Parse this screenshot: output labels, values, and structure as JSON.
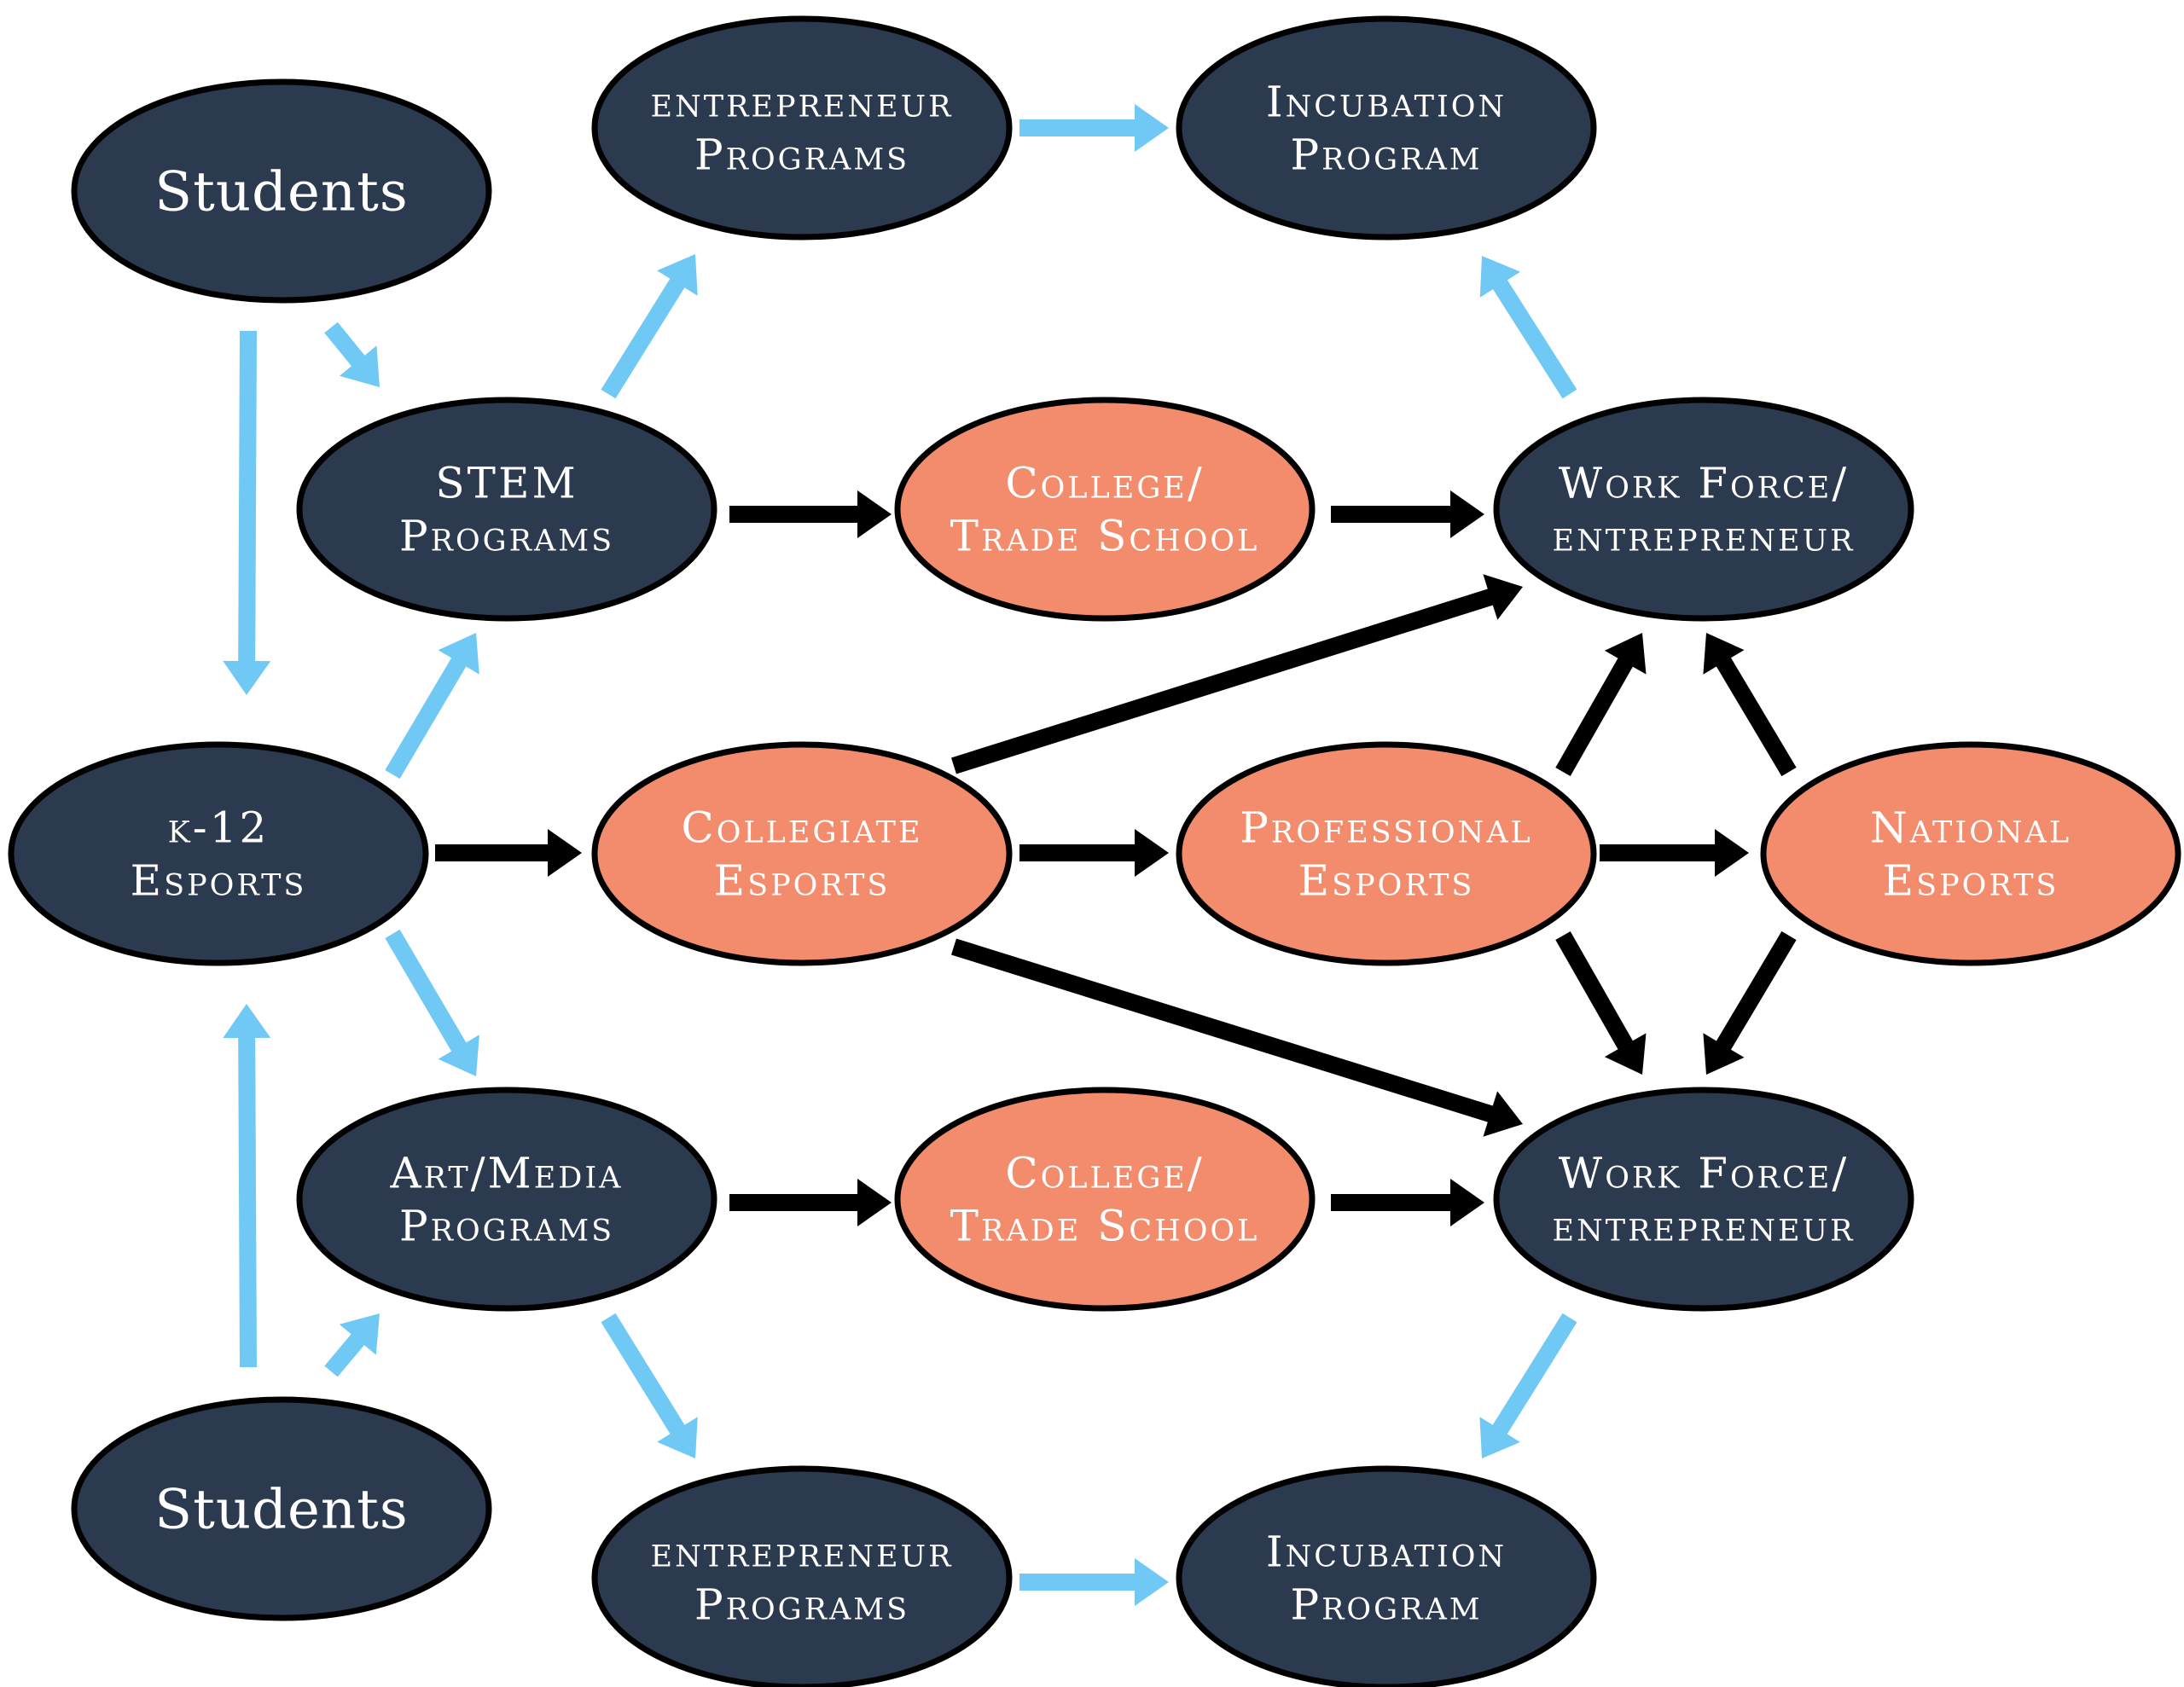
{
  "title": "Esports Education Pathway",
  "colors": {
    "navy": "#2b3a4e",
    "salmon": "#f28c6c",
    "light_blue": "#70c8f4",
    "black": "#000000"
  },
  "nodes": [
    {
      "id": "students_top",
      "lines": [
        "Students"
      ],
      "color": "navy",
      "style": "normal"
    },
    {
      "id": "entrepreneur_top",
      "lines": [
        "entrepreneur",
        "Programs"
      ],
      "color": "navy",
      "style": "caps"
    },
    {
      "id": "incubation_top",
      "lines": [
        "Incubation",
        "Program"
      ],
      "color": "navy",
      "style": "caps"
    },
    {
      "id": "stem",
      "lines": [
        "STEM",
        "Programs"
      ],
      "color": "navy",
      "style": "caps"
    },
    {
      "id": "college_top",
      "lines": [
        "College/",
        "Trade School"
      ],
      "color": "salmon",
      "style": "caps"
    },
    {
      "id": "workforce_top",
      "lines": [
        "Work Force/",
        "entrepreneur"
      ],
      "color": "navy",
      "style": "caps"
    },
    {
      "id": "k12",
      "lines": [
        "k-12",
        "Esports"
      ],
      "color": "navy",
      "style": "caps"
    },
    {
      "id": "collegiate",
      "lines": [
        "Collegiate",
        "Esports"
      ],
      "color": "salmon",
      "style": "caps"
    },
    {
      "id": "professional",
      "lines": [
        "Professional",
        "Esports"
      ],
      "color": "salmon",
      "style": "caps"
    },
    {
      "id": "national",
      "lines": [
        "National",
        "Esports"
      ],
      "color": "salmon",
      "style": "caps"
    },
    {
      "id": "artmedia",
      "lines": [
        "Art/Media",
        "Programs"
      ],
      "color": "navy",
      "style": "caps"
    },
    {
      "id": "college_bottom",
      "lines": [
        "College/",
        "Trade School"
      ],
      "color": "salmon",
      "style": "caps"
    },
    {
      "id": "workforce_bottom",
      "lines": [
        "Work Force/",
        "entrepreneur"
      ],
      "color": "navy",
      "style": "caps"
    },
    {
      "id": "students_bottom",
      "lines": [
        "Students"
      ],
      "color": "navy",
      "style": "normal"
    },
    {
      "id": "entrepreneur_bottom",
      "lines": [
        "entrepreneur",
        "Programs"
      ],
      "color": "navy",
      "style": "caps"
    },
    {
      "id": "incubation_bottom",
      "lines": [
        "Incubation",
        "Program"
      ],
      "color": "navy",
      "style": "caps"
    }
  ],
  "edges": [
    {
      "from": "students_top",
      "to": "k12",
      "color": "light_blue"
    },
    {
      "from": "students_top",
      "to": "stem",
      "color": "light_blue"
    },
    {
      "from": "stem",
      "to": "entrepreneur_top",
      "color": "light_blue"
    },
    {
      "from": "entrepreneur_top",
      "to": "incubation_top",
      "color": "light_blue"
    },
    {
      "from": "workforce_top",
      "to": "incubation_top",
      "color": "light_blue"
    },
    {
      "from": "stem",
      "to": "college_top",
      "color": "black"
    },
    {
      "from": "college_top",
      "to": "workforce_top",
      "color": "black"
    },
    {
      "from": "k12",
      "to": "stem",
      "color": "light_blue"
    },
    {
      "from": "k12",
      "to": "collegiate",
      "color": "black"
    },
    {
      "from": "k12",
      "to": "artmedia",
      "color": "light_blue"
    },
    {
      "from": "collegiate",
      "to": "workforce_top",
      "color": "black"
    },
    {
      "from": "collegiate",
      "to": "professional",
      "color": "black"
    },
    {
      "from": "collegiate",
      "to": "workforce_bottom",
      "color": "black"
    },
    {
      "from": "professional",
      "to": "national",
      "color": "black"
    },
    {
      "from": "professional",
      "to": "workforce_top",
      "color": "black"
    },
    {
      "from": "professional",
      "to": "workforce_bottom",
      "color": "black"
    },
    {
      "from": "national",
      "to": "workforce_top",
      "color": "black"
    },
    {
      "from": "national",
      "to": "workforce_bottom",
      "color": "black"
    },
    {
      "from": "artmedia",
      "to": "college_bottom",
      "color": "black"
    },
    {
      "from": "college_bottom",
      "to": "workforce_bottom",
      "color": "black"
    },
    {
      "from": "students_bottom",
      "to": "k12",
      "color": "light_blue"
    },
    {
      "from": "students_bottom",
      "to": "artmedia",
      "color": "light_blue"
    },
    {
      "from": "artmedia",
      "to": "entrepreneur_bottom",
      "color": "light_blue"
    },
    {
      "from": "entrepreneur_bottom",
      "to": "incubation_bottom",
      "color": "light_blue"
    },
    {
      "from": "workforce_bottom",
      "to": "incubation_bottom",
      "color": "light_blue"
    }
  ]
}
